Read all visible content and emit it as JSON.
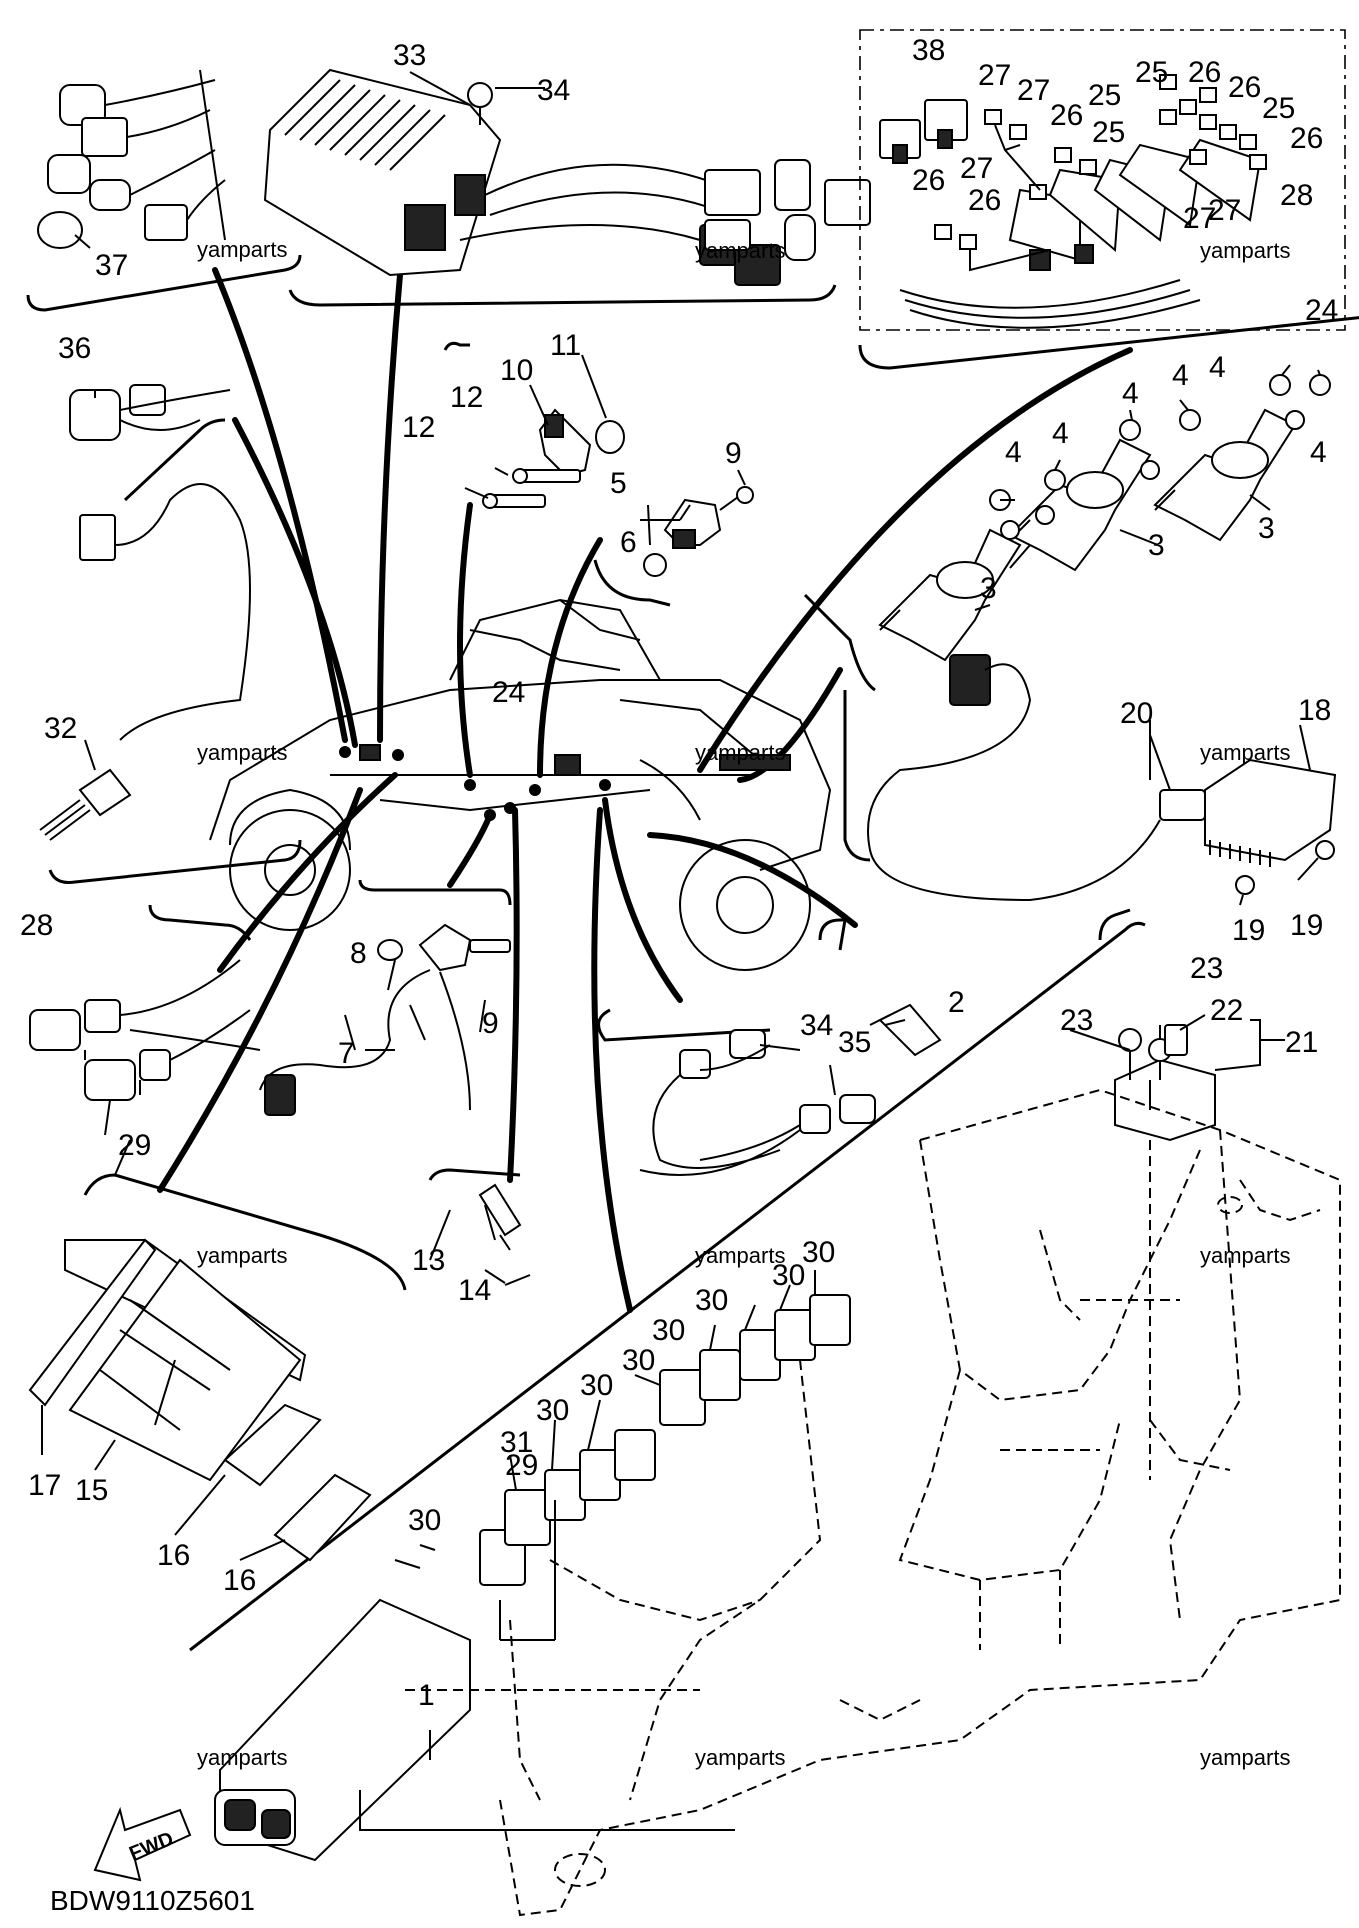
{
  "diagram_code": "BDW9110Z5601",
  "fwd_label": "FWD",
  "watermark": "yamparts",
  "callouts": [
    {
      "id": "c1",
      "text": "1"
    },
    {
      "id": "c2",
      "text": "2"
    },
    {
      "id": "c3a",
      "text": "3"
    },
    {
      "id": "c3b",
      "text": "3"
    },
    {
      "id": "c3c",
      "text": "3"
    },
    {
      "id": "c4a",
      "text": "4"
    },
    {
      "id": "c4b",
      "text": "4"
    },
    {
      "id": "c4c",
      "text": "4"
    },
    {
      "id": "c4d",
      "text": "4"
    },
    {
      "id": "c4e",
      "text": "4"
    },
    {
      "id": "c4f",
      "text": "4"
    },
    {
      "id": "c5",
      "text": "5"
    },
    {
      "id": "c6",
      "text": "6"
    },
    {
      "id": "c7",
      "text": "7"
    },
    {
      "id": "c8",
      "text": "8"
    },
    {
      "id": "c9a",
      "text": "9"
    },
    {
      "id": "c9b",
      "text": "9"
    },
    {
      "id": "c10",
      "text": "10"
    },
    {
      "id": "c11",
      "text": "11"
    },
    {
      "id": "c12a",
      "text": "12"
    },
    {
      "id": "c12b",
      "text": "12"
    },
    {
      "id": "c13",
      "text": "13"
    },
    {
      "id": "c14",
      "text": "14"
    },
    {
      "id": "c15",
      "text": "15"
    },
    {
      "id": "c16a",
      "text": "16"
    },
    {
      "id": "c16b",
      "text": "16"
    },
    {
      "id": "c17",
      "text": "17"
    },
    {
      "id": "c18",
      "text": "18"
    },
    {
      "id": "c19a",
      "text": "19"
    },
    {
      "id": "c19b",
      "text": "19"
    },
    {
      "id": "c20",
      "text": "20"
    },
    {
      "id": "c21",
      "text": "21"
    },
    {
      "id": "c22",
      "text": "22"
    },
    {
      "id": "c23a",
      "text": "23"
    },
    {
      "id": "c23b",
      "text": "23"
    },
    {
      "id": "c24a",
      "text": "24"
    },
    {
      "id": "c24b",
      "text": "24"
    },
    {
      "id": "c25a",
      "text": "25"
    },
    {
      "id": "c25b",
      "text": "25"
    },
    {
      "id": "c25c",
      "text": "25"
    },
    {
      "id": "c25d",
      "text": "25"
    },
    {
      "id": "c26a",
      "text": "26"
    },
    {
      "id": "c26b",
      "text": "26"
    },
    {
      "id": "c26c",
      "text": "26"
    },
    {
      "id": "c26d",
      "text": "26"
    },
    {
      "id": "c26e",
      "text": "26"
    },
    {
      "id": "c26f",
      "text": "26"
    },
    {
      "id": "c27a",
      "text": "27"
    },
    {
      "id": "c27b",
      "text": "27"
    },
    {
      "id": "c27c",
      "text": "27"
    },
    {
      "id": "c27d",
      "text": "27"
    },
    {
      "id": "c27e",
      "text": "27"
    },
    {
      "id": "c28a",
      "text": "28"
    },
    {
      "id": "c28b",
      "text": "28"
    },
    {
      "id": "c29a",
      "text": "29"
    },
    {
      "id": "c29b",
      "text": "29"
    },
    {
      "id": "c30a",
      "text": "30"
    },
    {
      "id": "c30b",
      "text": "30"
    },
    {
      "id": "c30c",
      "text": "30"
    },
    {
      "id": "c30d",
      "text": "30"
    },
    {
      "id": "c30e",
      "text": "30"
    },
    {
      "id": "c30f",
      "text": "30"
    },
    {
      "id": "c30g",
      "text": "30"
    },
    {
      "id": "c30h",
      "text": "30"
    },
    {
      "id": "c31",
      "text": "31"
    },
    {
      "id": "c32",
      "text": "32"
    },
    {
      "id": "c33",
      "text": "33"
    },
    {
      "id": "c34a",
      "text": "34"
    },
    {
      "id": "c34b",
      "text": "34"
    },
    {
      "id": "c35",
      "text": "35"
    },
    {
      "id": "c36",
      "text": "36"
    },
    {
      "id": "c37",
      "text": "37"
    },
    {
      "id": "c38",
      "text": "38"
    }
  ]
}
